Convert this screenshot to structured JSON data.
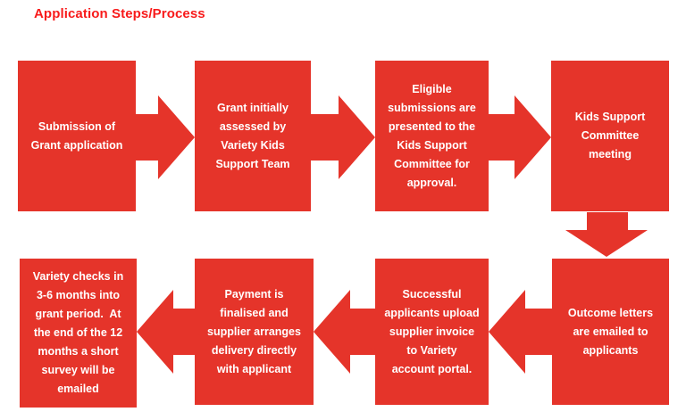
{
  "title": "Application Steps/Process",
  "colors": {
    "box_red": "#e5342a",
    "title_red": "#f81b1b",
    "text_white": "#ffffff",
    "background": "#ffffff"
  },
  "flowchart": {
    "steps": [
      {
        "id": 1,
        "text": "Submission of\nGrant application"
      },
      {
        "id": 2,
        "text": "Grant initially\nassessed by\nVariety Kids\nSupport Team"
      },
      {
        "id": 3,
        "text": "Eligible\nsubmissions are\npresented to the\nKids Support\nCommittee for\napproval."
      },
      {
        "id": 4,
        "text": "Kids Support\nCommittee\nmeeting"
      },
      {
        "id": 5,
        "text": "Outcome letters\nare emailed to\napplicants"
      },
      {
        "id": 6,
        "text": "Successful\napplicants upload\nsupplier invoice\nto Variety\naccount portal."
      },
      {
        "id": 7,
        "text": "Payment is\nfinalised and\nsupplier arranges\ndelivery directly\nwith applicant"
      },
      {
        "id": 8,
        "text": "Variety checks in\n3-6 months into\ngrant period.  At\nthe end of the 12\nmonths a short\nsurvey will be\nemailed"
      }
    ],
    "connectors": [
      {
        "from": 1,
        "to": 2,
        "direction": "right"
      },
      {
        "from": 2,
        "to": 3,
        "direction": "right"
      },
      {
        "from": 3,
        "to": 4,
        "direction": "right"
      },
      {
        "from": 4,
        "to": 5,
        "direction": "down"
      },
      {
        "from": 5,
        "to": 6,
        "direction": "left"
      },
      {
        "from": 6,
        "to": 7,
        "direction": "left"
      },
      {
        "from": 7,
        "to": 8,
        "direction": "left"
      }
    ]
  }
}
